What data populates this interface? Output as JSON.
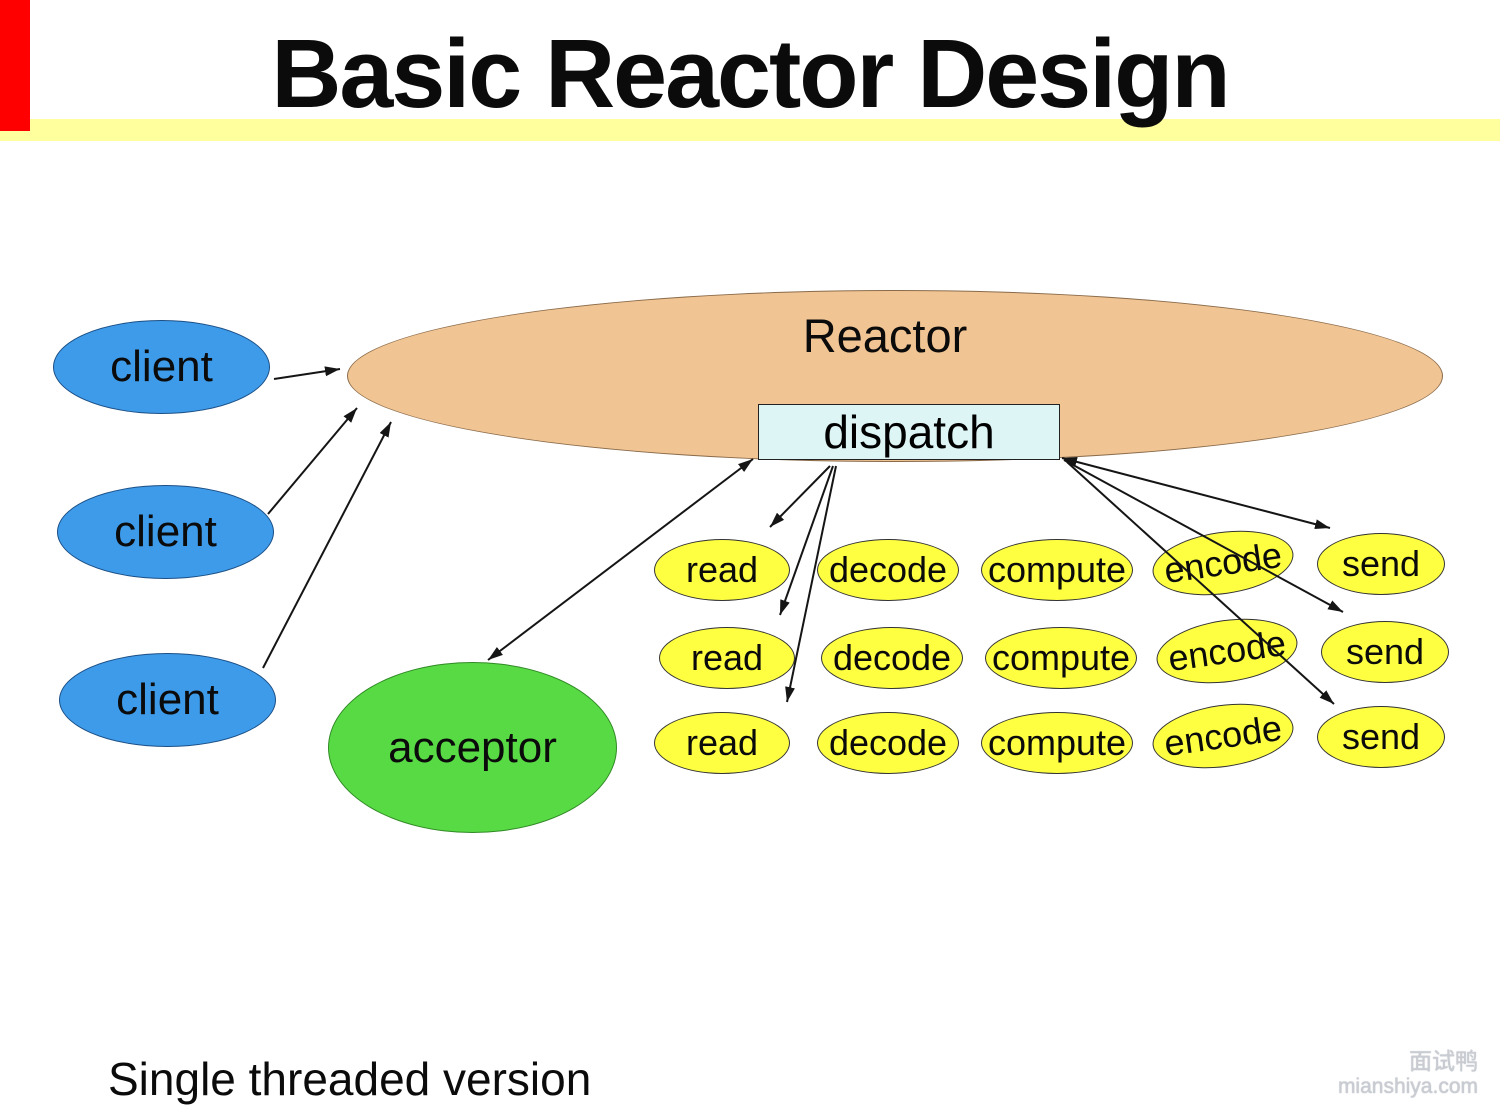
{
  "title": "Basic Reactor Design",
  "footer": "Single threaded version",
  "watermark": {
    "brand": "面试鸭",
    "site": "mianshiya.com"
  },
  "diagram": {
    "reactor": "Reactor",
    "dispatch": "dispatch",
    "clients": [
      {
        "label": "client"
      },
      {
        "label": "client"
      },
      {
        "label": "client"
      }
    ],
    "acceptor": "acceptor",
    "pipeline": [
      [
        "read",
        "decode",
        "compute",
        "encode",
        "send"
      ],
      [
        "read",
        "decode",
        "compute",
        "encode",
        "send"
      ],
      [
        "read",
        "decode",
        "compute",
        "encode",
        "send"
      ]
    ]
  },
  "colors": {
    "client_fill": "#3E9BEA",
    "acceptor_fill": "#58DA45",
    "reactor_fill": "#F1C493",
    "dispatch_fill": "#DEF5F6",
    "stage_fill": "#FFFF42",
    "title_underline": "#FFFF9E",
    "red_strip": "#FF0000",
    "arrow": "#151515"
  }
}
